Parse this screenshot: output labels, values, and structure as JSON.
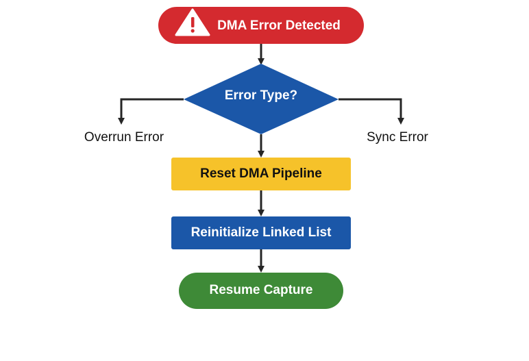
{
  "colors": {
    "start": "#d42a2f",
    "decision": "#1b57a8",
    "reset": "#f6c22a",
    "reinit": "#1b57a8",
    "end": "#3e8a37",
    "connector": "#262626",
    "text_light": "#ffffff",
    "text_dark": "#111111"
  },
  "flowchart": {
    "start": {
      "label": "DMA Error Detected",
      "icon": "warning-triangle-icon"
    },
    "decision": {
      "label": "Error Type?"
    },
    "branches": {
      "left": "Overrun Error",
      "right": "Sync Error"
    },
    "steps": {
      "reset": "Reset DMA Pipeline",
      "reinit": "Reinitialize Linked List"
    },
    "end": {
      "label": "Resume Capture"
    }
  }
}
